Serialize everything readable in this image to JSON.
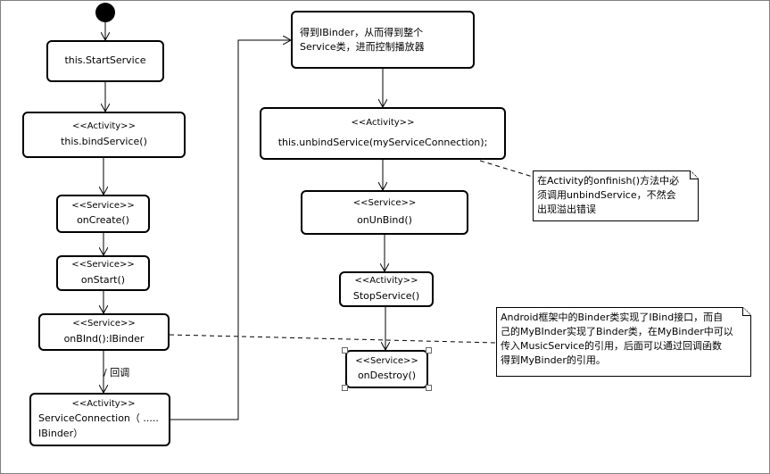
{
  "nodes": {
    "start_service": {
      "name": "this.StartService"
    },
    "bind_service": {
      "stereotype": "<<Activity>>",
      "name": "this.bindService()"
    },
    "on_create": {
      "stereotype": "<<Service>>",
      "name": "onCreate()"
    },
    "on_start": {
      "stereotype": "<<Service>>",
      "name": "onStart()"
    },
    "on_bind": {
      "stereotype": "<<Service>>",
      "name": "onBInd():IBinder"
    },
    "service_connection": {
      "stereotype": "<<Activity>>",
      "name_line1": "ServiceConnection（ .....",
      "name_line2": "IBinder）"
    },
    "get_binder": {
      "line1": "得到IBinder，从而得到整个",
      "line2": "Service类，进而控制播放器"
    },
    "unbind_service": {
      "stereotype": "<<Activity>>",
      "name": "this.unbindService(myServiceConnection);"
    },
    "on_unbind": {
      "stereotype": "<<Service>>",
      "name": "onUnBind()"
    },
    "stop_service": {
      "stereotype": "<<Activity>>",
      "name": "StopService()"
    },
    "on_destroy": {
      "stereotype": "<<Service>>",
      "name": "onDestroy()"
    }
  },
  "edge_labels": {
    "callback": "/ 回调"
  },
  "notes": {
    "onfinish_note": {
      "line1": "在Activity的onfinish()方法中必",
      "line2": "须调用unbindService，不然会",
      "line3": "出现溢出错误"
    },
    "binder_note": {
      "line1": "Android框架中的Binder类实现了IBind接口，而自",
      "line2": "己的MyBInder实现了Binder类，在MyBinder中可以",
      "line3": "传入MusicService的引用，后面可以通过回调函数",
      "line4": "得到MyBinder的引用。"
    }
  }
}
